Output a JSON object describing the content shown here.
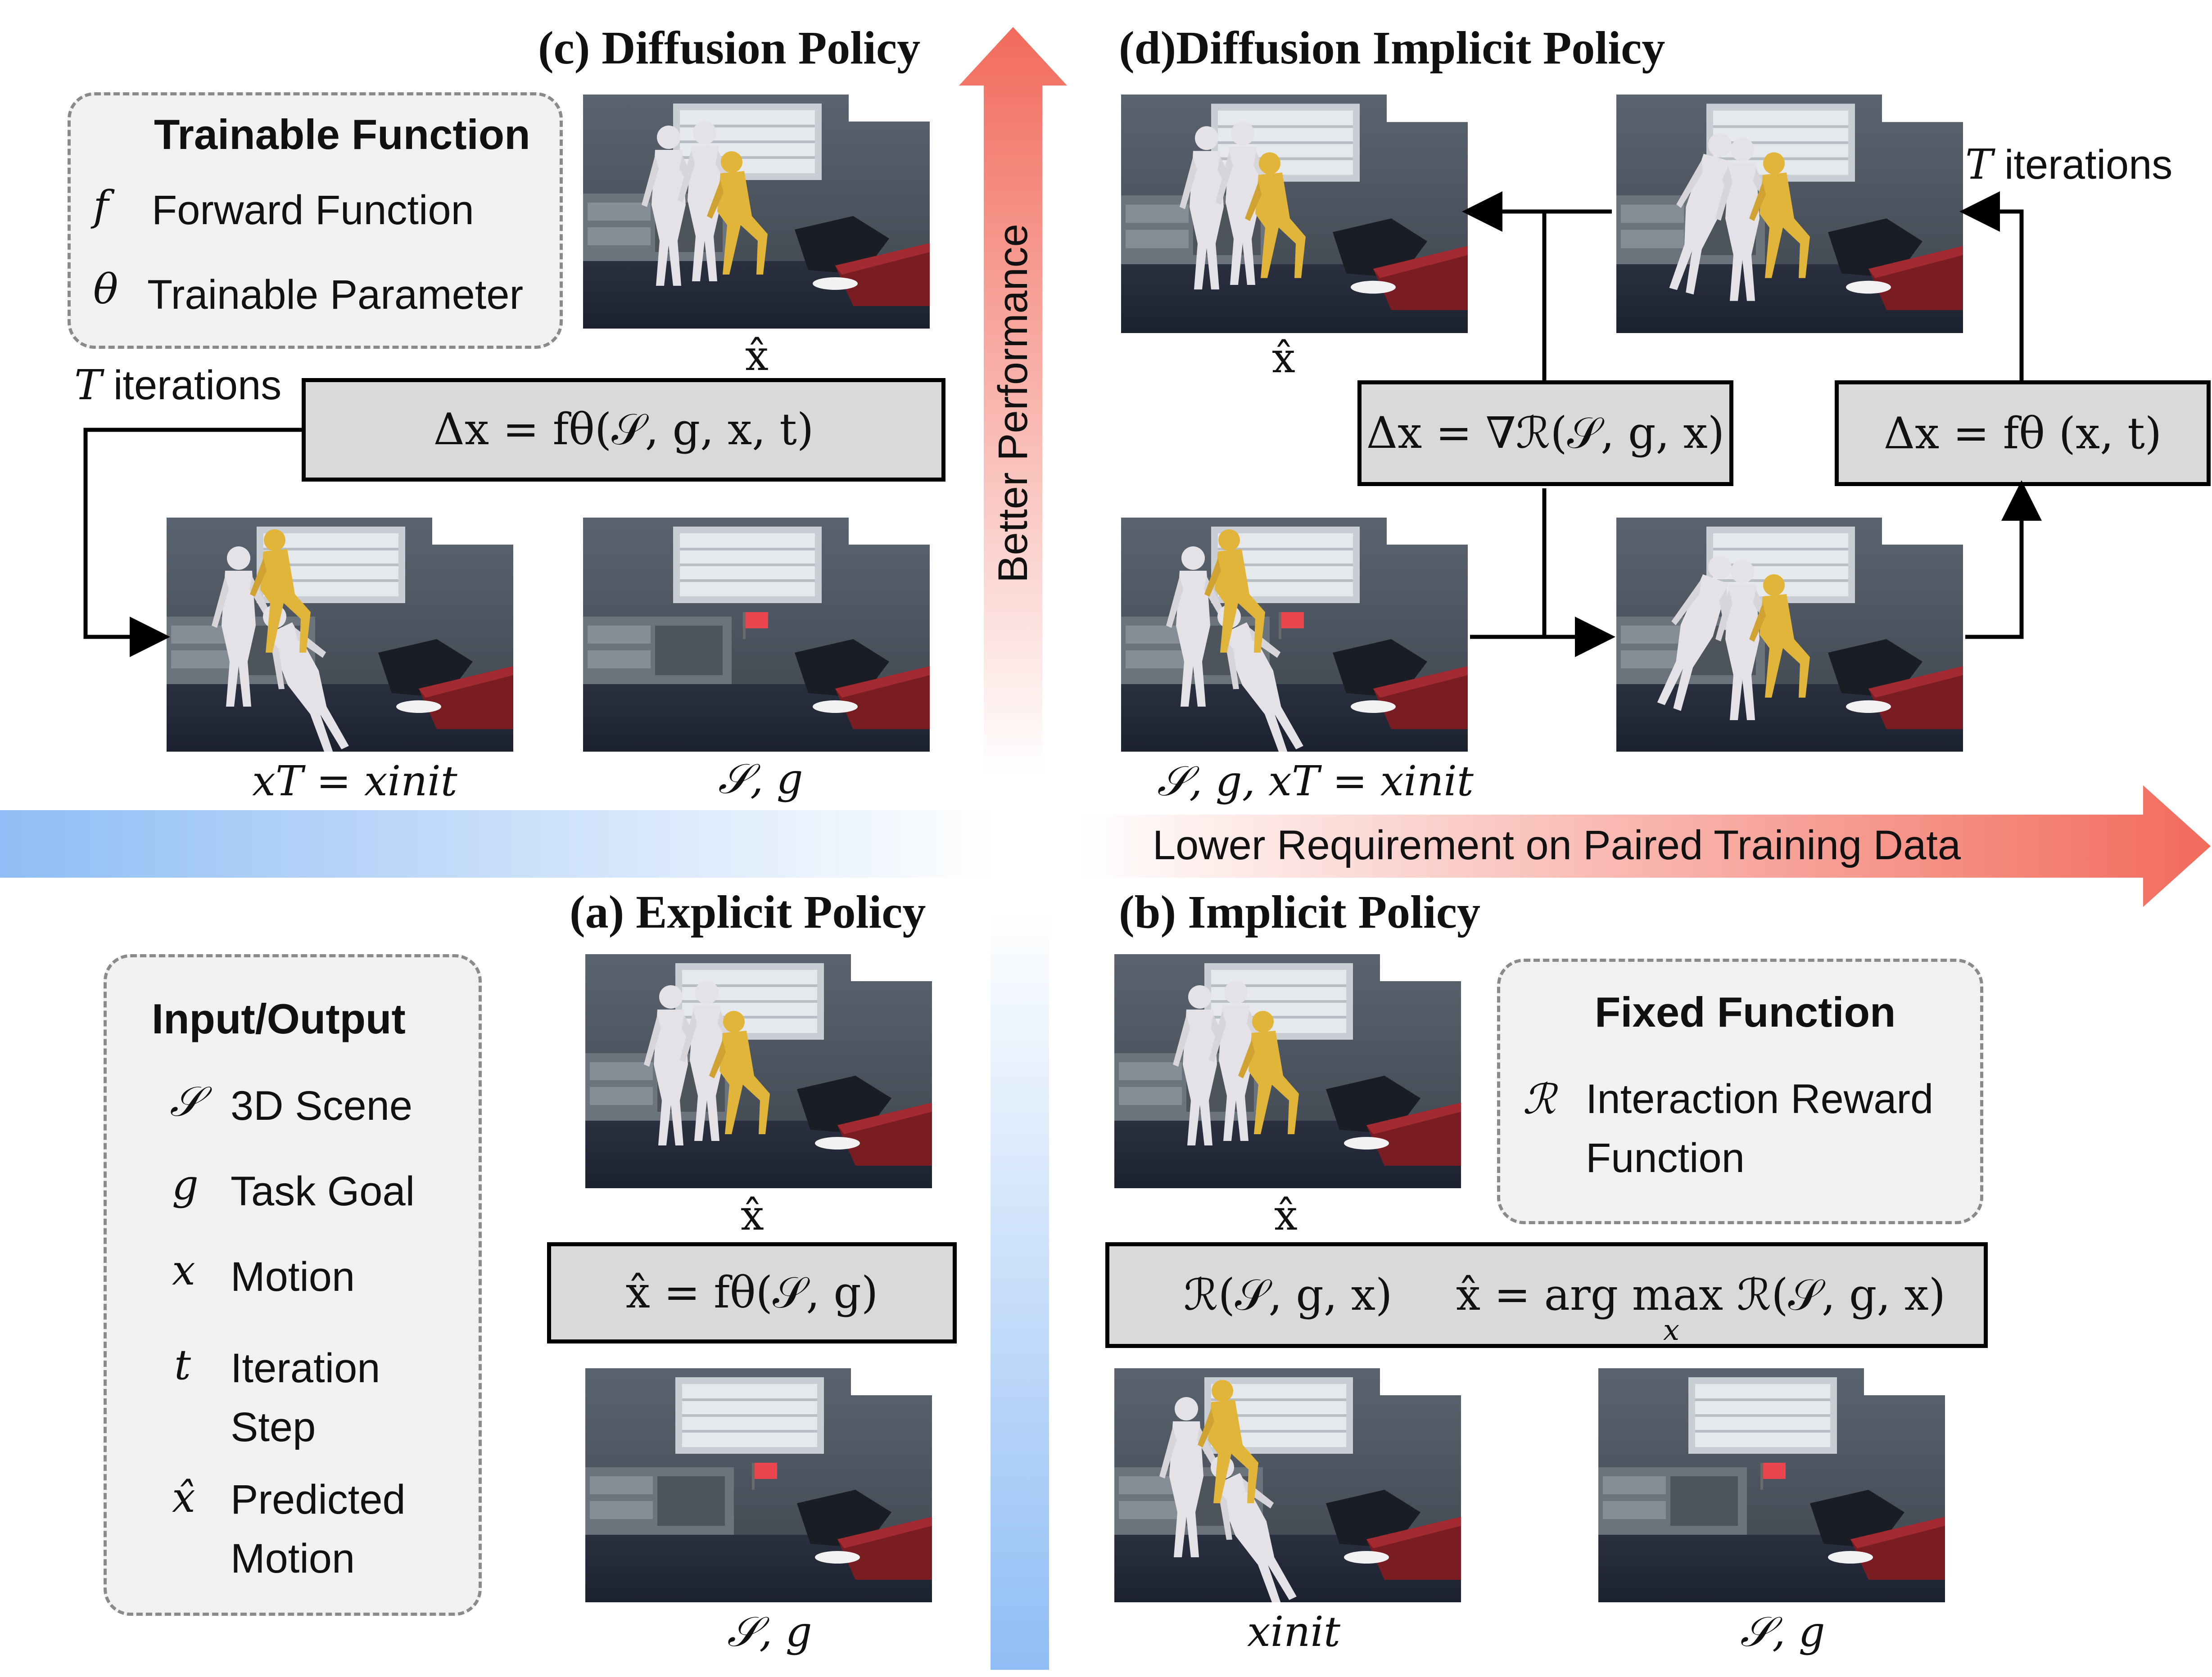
{
  "titles": {
    "c": "(c) Diffusion Policy",
    "d": "(d)Diffusion Implicit Policy",
    "a": "(a) Explicit Policy",
    "b": "(b) Implicit Policy"
  },
  "trainable_legend": {
    "title": "Trainable Function",
    "items": [
      {
        "symbol": "f",
        "label": "Forward Function"
      },
      {
        "symbol": "θ",
        "label": "Trainable Parameter"
      }
    ]
  },
  "io_legend": {
    "title": "Input/Output",
    "items": [
      {
        "symbol": "𝒮",
        "label": "3D Scene"
      },
      {
        "symbol": "g",
        "label": "Task Goal"
      },
      {
        "symbol": "x",
        "label": "Motion"
      },
      {
        "symbol": "t",
        "label": "Iteration Step"
      },
      {
        "symbol": "x̂",
        "label": "Predicted Motion"
      }
    ]
  },
  "fixed_legend": {
    "title": "Fixed Function",
    "items": [
      {
        "symbol": "ℛ",
        "label": "Interaction Reward Function"
      }
    ]
  },
  "equations": {
    "c": "Δx = fθ(𝒮, g, x, t)",
    "d_reward": "Δx = ∇ℛ(𝒮, g, x)",
    "d_forward": "Δx = fθ (x, t)",
    "a": "x̂ = fθ(𝒮, g)",
    "b_left": "ℛ(𝒮, g, x)",
    "b_right": "x̂ = arg max ℛ(𝒮, g, x)",
    "b_sub": "x"
  },
  "labels": {
    "xhat": "x̂",
    "c_init": "xT = xinit",
    "scene_goal": "𝒮, g",
    "d_init": "𝒮, g, xT = xinit",
    "x_init": "xinit"
  },
  "iterations": {
    "symbol": "T",
    "text": "iterations"
  },
  "axes": {
    "vertical": "Better Performance",
    "horizontal": "Lower Requirement on Paired Training Data"
  },
  "colors": {
    "arrow_red": "#f26b5c",
    "arrow_blue": "#8fbdf5",
    "human_white": "#e4e2e6",
    "human_yellow": "#e0b53a",
    "goal_flag": "#e8454f"
  }
}
